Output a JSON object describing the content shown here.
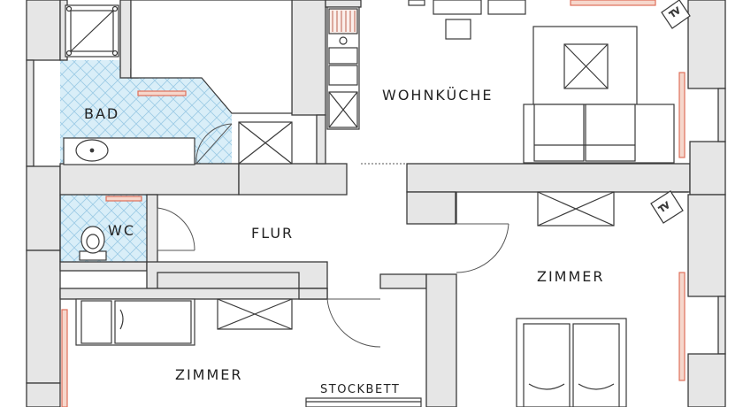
{
  "rooms": {
    "bad": "BAD",
    "wc": "WC",
    "flur": "FLUR",
    "wohnkueche": "WOHNKÜCHE",
    "zimmer_right": "ZIMMER",
    "zimmer_left": "ZIMMER"
  },
  "furniture": {
    "stockbett": "STOCKBETT",
    "tv_kitchen": "TV",
    "tv_room": "TV"
  },
  "colors": {
    "wall_fill": "#e6e6e6",
    "wall_stroke": "#3a3a3a",
    "tile_fill": "#d9eef8",
    "tile_line": "#9ccbe6",
    "heater": "#e0705a",
    "heater_fill": "#f6d7cc"
  }
}
